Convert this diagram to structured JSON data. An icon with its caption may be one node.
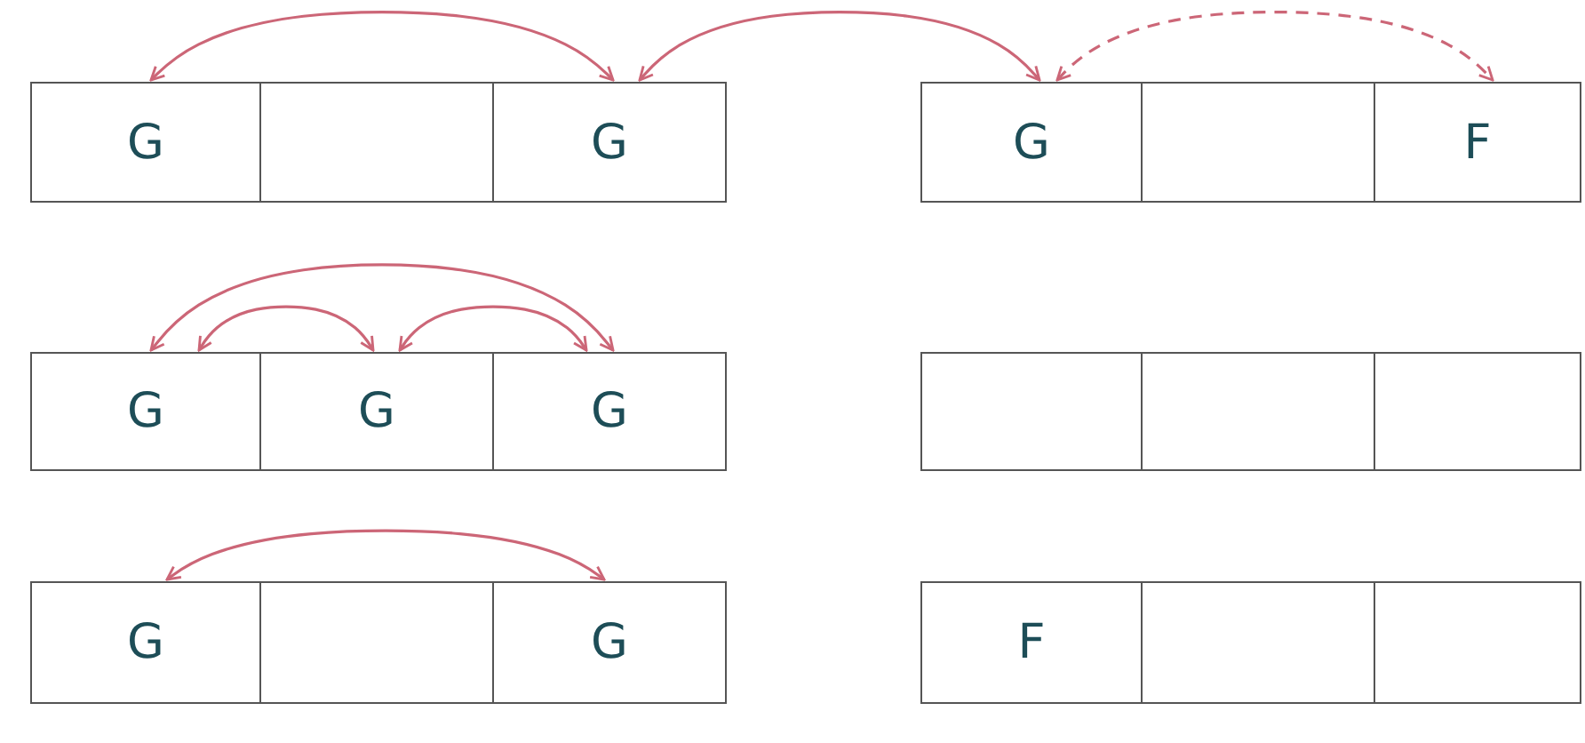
{
  "diagram": {
    "nodes": [
      {
        "text": [
          "G"
        ]
      },
      {
        "text": [],
        "shape": "box"
      },
      {
        "text": [
          "G"
        ]
      },
      {
        "text": [
          "G"
        ]
      },
      {
        "text": [],
        "shape": "box"
      },
      {
        "text": [
          "F"
        ]
      },
      {
        "text": [
          "G"
        ]
      },
      {
        "text": [
          "G"
        ]
      },
      {
        "text": [
          "G"
        ]
      },
      {
        "text": [],
        "shape": "box"
      },
      {
        "text": [],
        "shape": "box"
      },
      {
        "text": [],
        "shape": "box"
      },
      {
        "text": [
          "G"
        ]
      },
      {
        "text": [],
        "shape": "box"
      },
      {
        "text": [
          "G"
        ]
      },
      {
        "text": [
          "F"
        ]
      },
      {
        "text": [],
        "shape": "box"
      },
      {
        "text": [],
        "shape": "box"
      }
    ],
    "edges": [
      {
        "from": 0,
        "to": 2,
        "arrow": "both"
      },
      {
        "from": 2,
        "to": 3,
        "arrow": "both"
      },
      {
        "from": 3,
        "to": 5,
        "arrow": "both",
        "style": "dashed"
      },
      {
        "from": 6,
        "to": 8,
        "arrow": "both"
      },
      {
        "from": 6,
        "to": 7,
        "arrow": "both"
      },
      {
        "from": 7,
        "to": 8,
        "arrow": "both"
      },
      {
        "from": 12,
        "to": 14,
        "arrow": "both"
      }
    ]
  }
}
